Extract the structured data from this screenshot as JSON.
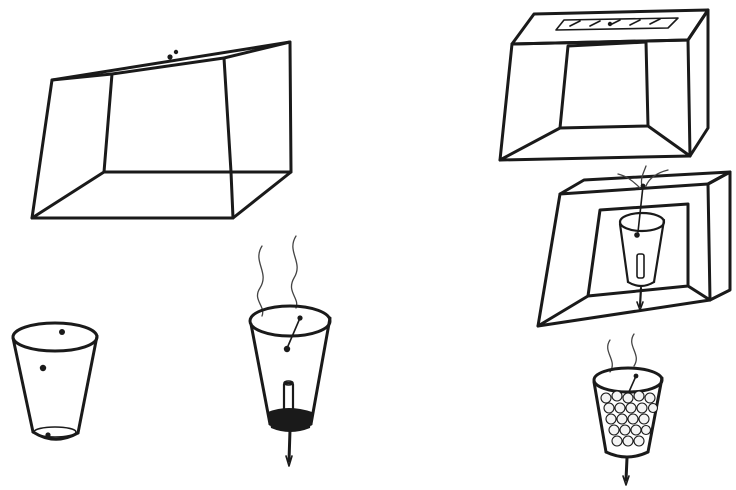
{
  "figure": {
    "panels": [
      {
        "name": "left-panel",
        "parts": [
          "open-box",
          "plain-cup",
          "cup-with-candle-and-steam"
        ]
      },
      {
        "name": "right-panel",
        "parts": [
          "box-with-slot-on-top",
          "box-with-cup-mounted-inside",
          "cup-filled-with-balls-and-steam"
        ]
      }
    ],
    "ink_color": "#1a1a1a",
    "background_color": "#ffffff"
  }
}
